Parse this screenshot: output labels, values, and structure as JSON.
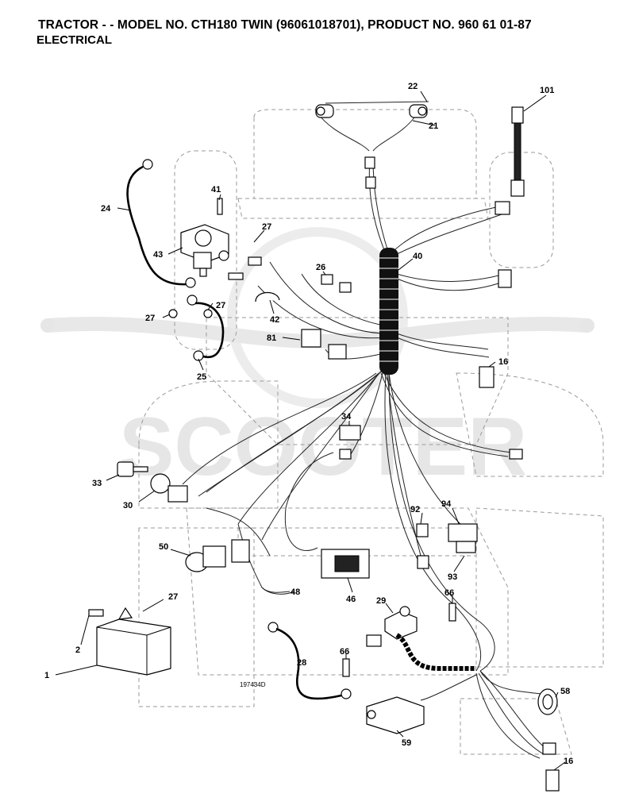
{
  "header": {
    "title": "TRACTOR - - MODEL NO. CTH180 TWIN (96061018701), PRODUCT NO. 960 61 01-87",
    "subtitle": "ELECTRICAL"
  },
  "watermark": {
    "text": "SCOOTER"
  },
  "drawing_ref": "197434D",
  "labels": {
    "l1": "1",
    "l2": "2",
    "l16a": "16",
    "l16b": "16",
    "l21": "21",
    "l22": "22",
    "l24": "24",
    "l25": "25",
    "l26": "26",
    "l27a": "27",
    "l27b": "27",
    "l27c": "27",
    "l27d": "27",
    "l28": "28",
    "l29": "29",
    "l30": "30",
    "l33": "33",
    "l34": "34",
    "l40": "40",
    "l41": "41",
    "l42": "42",
    "l43": "43",
    "l46": "46",
    "l48": "48",
    "l50": "50",
    "l58": "58",
    "l59": "59",
    "l66a": "66",
    "l66b": "66",
    "l81": "81",
    "l92": "92",
    "l93": "93",
    "l94": "94",
    "l101": "101"
  }
}
